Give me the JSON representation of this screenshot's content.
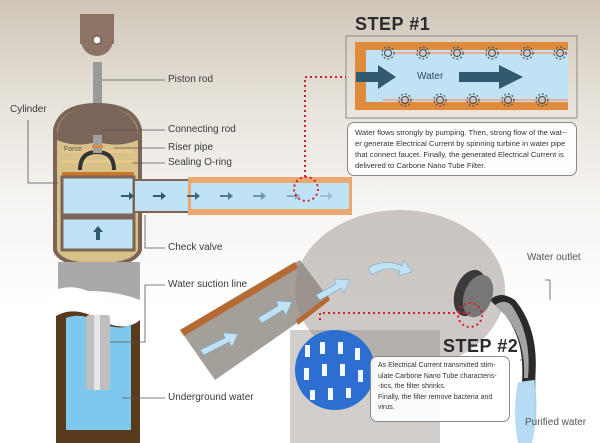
{
  "labels": {
    "piston_rod": "Piston rod",
    "cylinder": "Cylinder",
    "connecting_rod": "Connecting rod",
    "riser_pipe": "Riser pipe",
    "force": "Force",
    "sealing_o_ring": "Sealing O-ring",
    "check_valve": "Check valve",
    "water_suction_line": "Water suction line",
    "underground_water": "Underground water",
    "water_outlet": "Water outlet",
    "purified_water": "Purified water"
  },
  "step1": {
    "title": "STEP #1",
    "pipe_label": "Water",
    "description": "Water flows strongly by pumping. Then, strong flow of the wat--er generate Electrical Current by spinning turbine in water pipe that connect faucet. Finally, the generated Electrical Current is delivered to Carbone Nano Tube Filter."
  },
  "step2": {
    "title": "STEP #2",
    "description_lines": [
      "As Electrical Current transmitted stim-",
      "ulate Carbone Nano Tube characteris-",
      "-tics, the filter shrinks.",
      "Finally, the filter remove bacteria and",
      "virus."
    ]
  },
  "colors": {
    "water": "#bfe3f5",
    "pipe_copper": "#e8a870",
    "cylinder_body": "#7a6558",
    "highlight_dots": "#d4202a",
    "filter_blue": "#2c6fd0",
    "arrow_dark": "#2f5a70"
  }
}
